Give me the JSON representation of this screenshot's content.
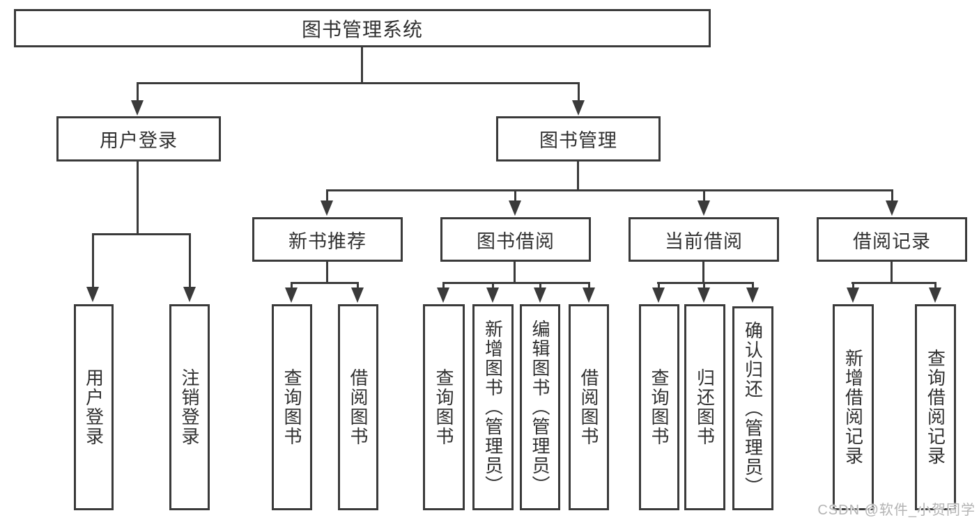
{
  "diagram": {
    "title": "图书管理系统",
    "level2": [
      {
        "label": "用户登录",
        "children": [
          "用户登录",
          "注销登录"
        ]
      },
      {
        "label": "图书管理",
        "sections": [
          {
            "label": "新书推荐",
            "children": [
              "查询图书",
              "借阅图书"
            ]
          },
          {
            "label": "图书借阅",
            "children": [
              "查询图书",
              "新增图书（管理员）",
              "编辑图书（管理员）",
              "借阅图书"
            ]
          },
          {
            "label": "当前借阅",
            "children": [
              "查询图书",
              "归还图书",
              "确认归还（管理员）"
            ]
          },
          {
            "label": "借阅记录",
            "children": [
              "新增借阅记录",
              "查询借阅记录"
            ]
          }
        ]
      }
    ]
  },
  "watermark": {
    "text": "CSDN @软件_小贺同学"
  },
  "colors": {
    "line": "#3a3a3a",
    "text": "#303030",
    "background": "#ffffff",
    "watermark": "#b3b3b3"
  }
}
